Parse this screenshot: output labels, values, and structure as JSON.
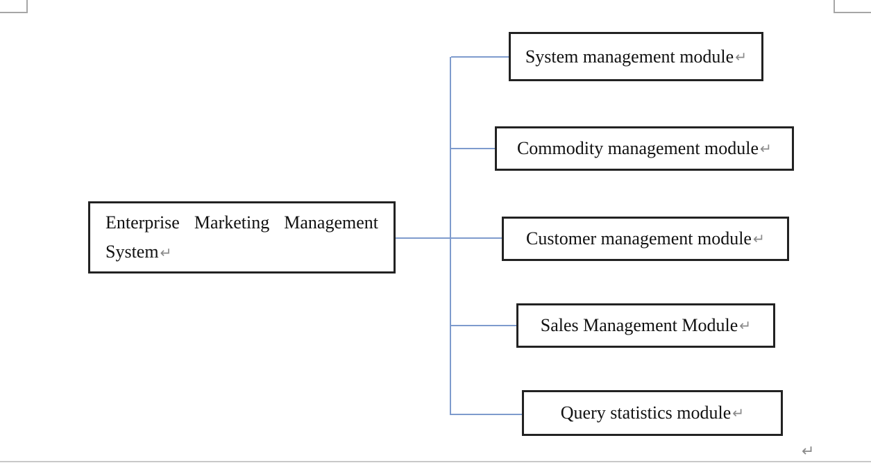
{
  "diagram": {
    "root": {
      "label": "Enterprise Marketing Management System",
      "return_mark": "↵"
    },
    "modules": [
      {
        "label": "System management module",
        "return_mark": "↵"
      },
      {
        "label": "Commodity management module",
        "return_mark": "↵"
      },
      {
        "label": "Customer management module",
        "return_mark": "↵"
      },
      {
        "label": "Sales Management Module",
        "return_mark": "↵"
      },
      {
        "label": "Query statistics module",
        "return_mark": "↵"
      }
    ]
  },
  "page": {
    "trailing_return_mark": "↵"
  },
  "colors": {
    "connector_line": "#7e9bcd",
    "box_border": "#222222",
    "label_text": "#111111",
    "return_mark": "#8a8a8a",
    "corner_mark": "#a6a6a6",
    "page_edge_line": "#c8c8c8"
  }
}
